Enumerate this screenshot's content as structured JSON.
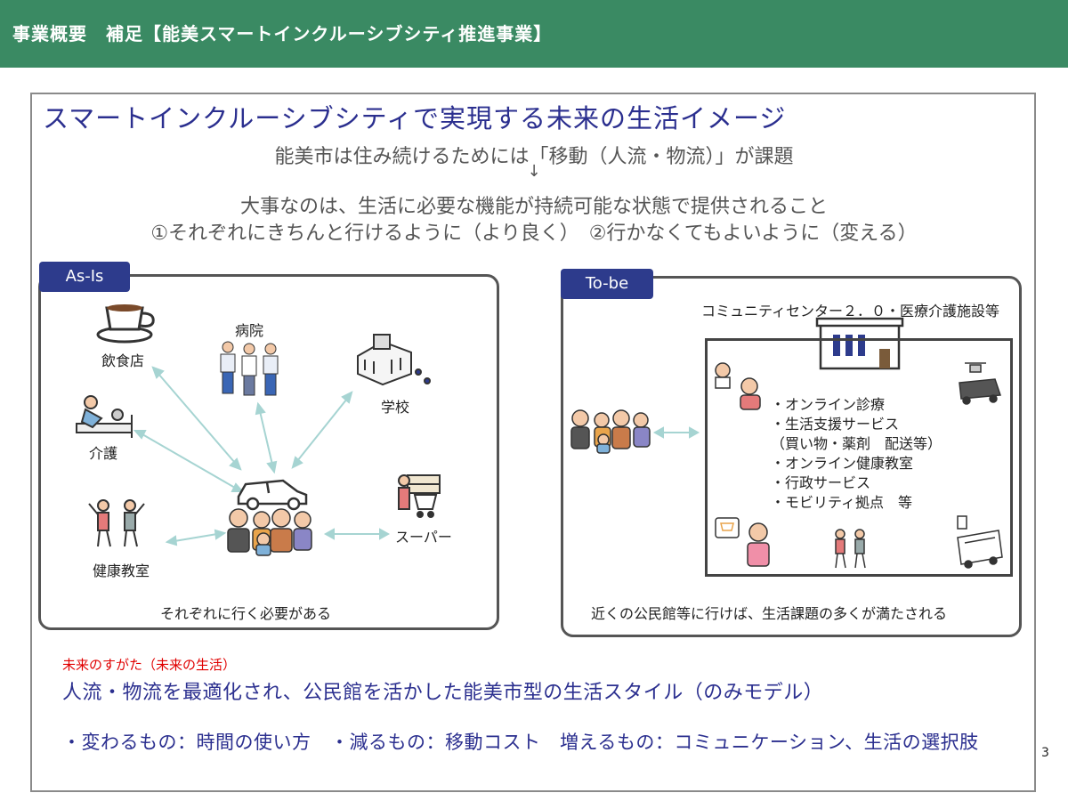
{
  "header": {
    "title": "事業概要　補足【能美スマートインクルーシブシティ推進事業】"
  },
  "main_title": "スマートインクルーシブシティで実現する未来の生活イメージ",
  "intro": {
    "line1": "能美市は住み続けるためには「移動（人流・物流）」が課題",
    "arrow": "↓",
    "line2": "大事なのは、生活に必要な機能が持続可能な状態で提供されること",
    "line3": "①それぞれにきちんと行けるように（より良く）　②行かなくてもよいように（変える）"
  },
  "as_is": {
    "tag": "As-Is",
    "labels": {
      "restaurant": "飲食店",
      "hospital": "病院",
      "school": "学校",
      "care": "介護",
      "supermarket": "スーパー",
      "health_class": "健康教室"
    },
    "caption": "それぞれに行く必要がある"
  },
  "to_be": {
    "tag": "To-be",
    "facility": "コミュニティセンター２．０・医療介護施設等",
    "services": [
      "・オンライン診療",
      "・生活支援サービス",
      "（買い物・薬剤　配送等）",
      "・オンライン健康教室",
      "・行政サービス",
      "・モビリティ拠点　等"
    ],
    "caption": "近くの公民館等に行けば、生活課題の多くが満たされる"
  },
  "future": {
    "label": "未来のすがた（未来の生活）",
    "line1": "人流・物流を最適化され、公民館を活かした能美市型の生活スタイル（のみモデル）",
    "line2": "・変わるもの：時間の使い方　・減るもの：移動コスト　増えるもの：コミュニケーション、生活の選択肢"
  },
  "page_number": "3",
  "colors": {
    "header": "#3a8a63",
    "accent_blue": "#2b2f8f",
    "tag": "#2d3b8c",
    "arrow": "#a6d4d2",
    "future_label": "#e00000"
  }
}
